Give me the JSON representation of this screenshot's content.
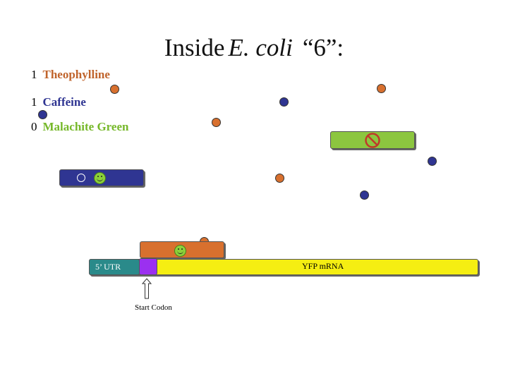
{
  "title": {
    "prefix": "Inside",
    "organism": "E. coli",
    "suffix": "“6”:"
  },
  "legend": [
    {
      "count": "1",
      "name": "Theophylline",
      "color": "#c0642c"
    },
    {
      "count": "1",
      "name": "Caffeine",
      "color": "#2f3592"
    },
    {
      "count": "0",
      "name": "Malachite Green",
      "color": "#76b82a"
    }
  ],
  "mrna": {
    "utr_label": "5’ UTR",
    "gene_label": "YFP mRNA",
    "start_codon_label": "Start Codon"
  },
  "colors": {
    "theophylline": "#d8702e",
    "caffeine": "#2f3592",
    "malachite_green": "#8cc63f",
    "mrna": "#f5ee12",
    "start_codon": "#9b30f0"
  }
}
